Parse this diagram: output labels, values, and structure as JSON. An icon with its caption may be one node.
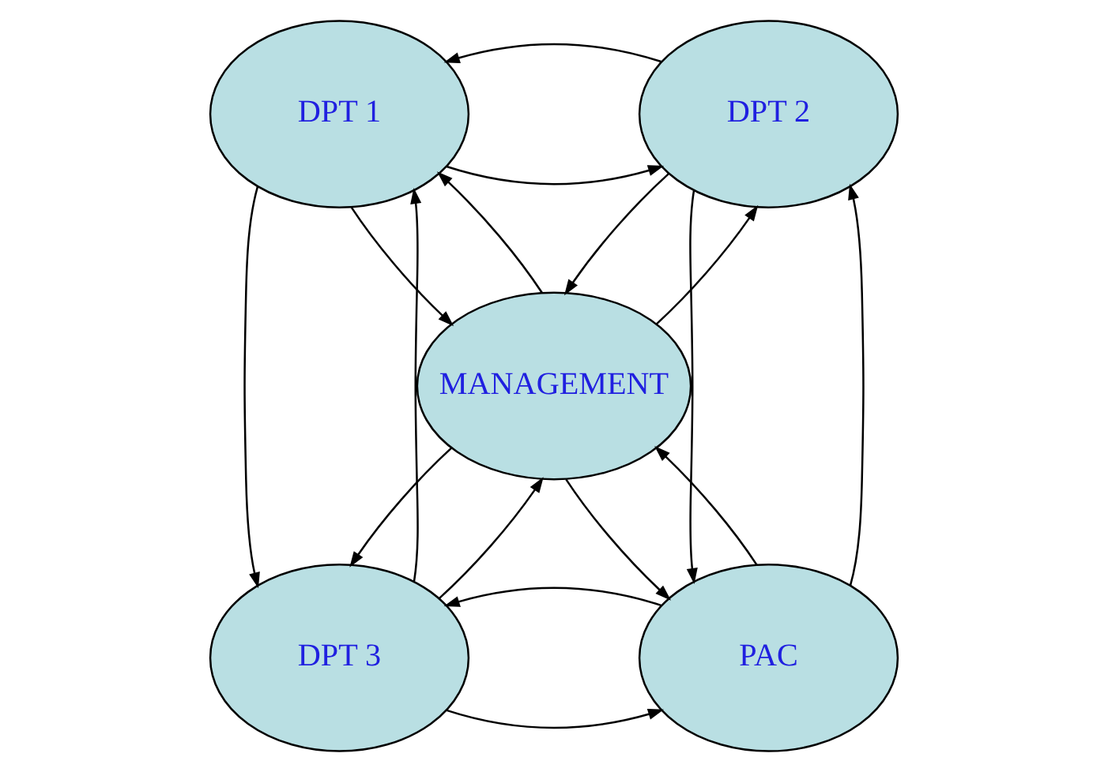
{
  "diagram": {
    "nodes": [
      {
        "text": [
          "DPT 1"
        ]
      },
      {
        "text": [
          "DPT 2"
        ]
      },
      {
        "text": [
          "MANAGEMENT"
        ]
      },
      {
        "text": [
          "DPT 3"
        ]
      },
      {
        "text": [
          "PAC"
        ]
      }
    ],
    "edges": [
      {
        "from": 0,
        "to": 1,
        "arrow": "to"
      },
      {
        "from": 1,
        "to": 0,
        "arrow": "to"
      },
      {
        "from": 0,
        "to": 2,
        "arrow": "to"
      },
      {
        "from": 2,
        "to": 0,
        "arrow": "to"
      },
      {
        "from": 1,
        "to": 2,
        "arrow": "to"
      },
      {
        "from": 2,
        "to": 1,
        "arrow": "to"
      },
      {
        "from": 0,
        "to": 3,
        "arrow": "to"
      },
      {
        "from": 3,
        "to": 0,
        "arrow": "to"
      },
      {
        "from": 1,
        "to": 4,
        "arrow": "to"
      },
      {
        "from": 4,
        "to": 1,
        "arrow": "to"
      },
      {
        "from": 2,
        "to": 3,
        "arrow": "to"
      },
      {
        "from": 3,
        "to": 2,
        "arrow": "to"
      },
      {
        "from": 2,
        "to": 4,
        "arrow": "to"
      },
      {
        "from": 4,
        "to": 2,
        "arrow": "to"
      },
      {
        "from": 3,
        "to": 4,
        "arrow": "to"
      },
      {
        "from": 4,
        "to": 3,
        "arrow": "to"
      }
    ]
  }
}
